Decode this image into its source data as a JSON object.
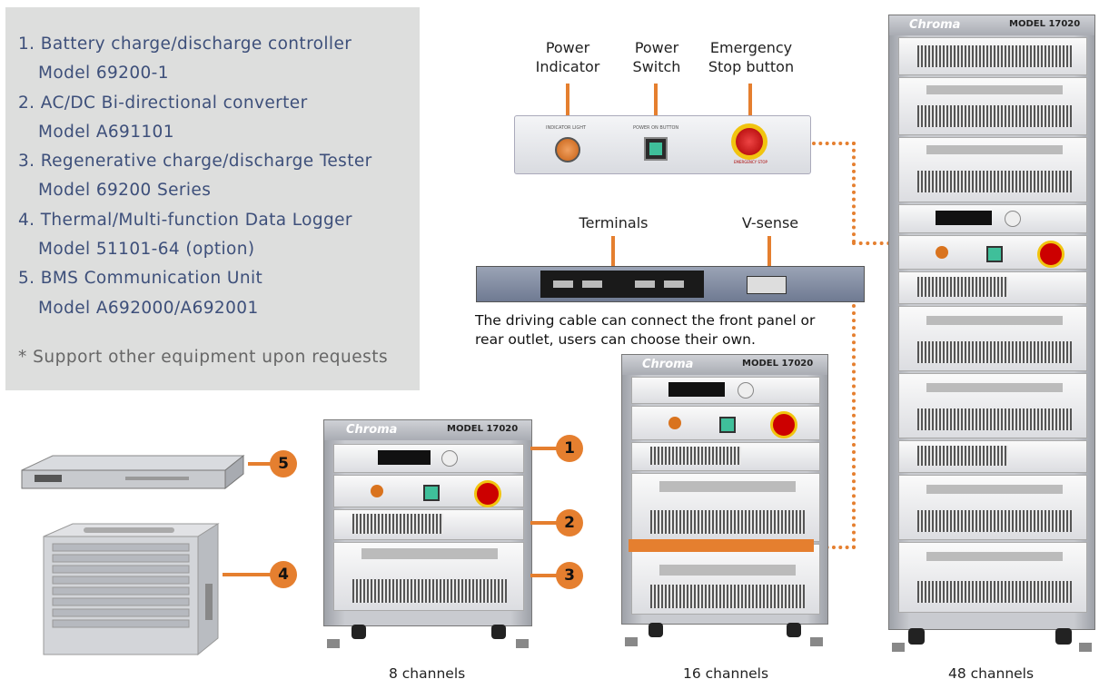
{
  "legend": {
    "items": [
      {
        "title": "1. Battery charge/discharge controller",
        "model": "Model 69200-1"
      },
      {
        "title": "2. AC/DC Bi-directional converter",
        "model": "Model A691101"
      },
      {
        "title": "3. Regenerative charge/discharge Tester",
        "model": "Model 69200 Series"
      },
      {
        "title": "4. Thermal/Multi-function Data Logger",
        "model": "Model 51101-64 (option)"
      },
      {
        "title": "5. BMS Communication Unit",
        "model": "Model A692000/A692001"
      }
    ],
    "note": "* Support other equipment upon requests"
  },
  "labels": {
    "power_indicator": [
      "Power",
      "Indicator"
    ],
    "power_switch": [
      "Power",
      "Switch"
    ],
    "emergency_stop": [
      "Emergency",
      "Stop button"
    ],
    "terminals": "Terminals",
    "vsense": "V-sense",
    "cable_note": [
      "The driving cable can connect the front panel or",
      "rear outlet, users can choose their own."
    ]
  },
  "panel_text": {
    "indicator": "INDICATOR LIGHT",
    "switch": "POWER ON BUTTON",
    "estop": "EMERGENCY STOP"
  },
  "brand": {
    "logo": "Chroma",
    "model": "MODEL  17020"
  },
  "badges": [
    "1",
    "2",
    "3",
    "4",
    "5"
  ],
  "captions": {
    "c8": "8 channels",
    "c16": "16 channels",
    "c48": "48 channels"
  },
  "colors": {
    "accent": "#e57f2f",
    "legend_bg": "#dddedd",
    "legend_text": "#3d4f7a"
  }
}
